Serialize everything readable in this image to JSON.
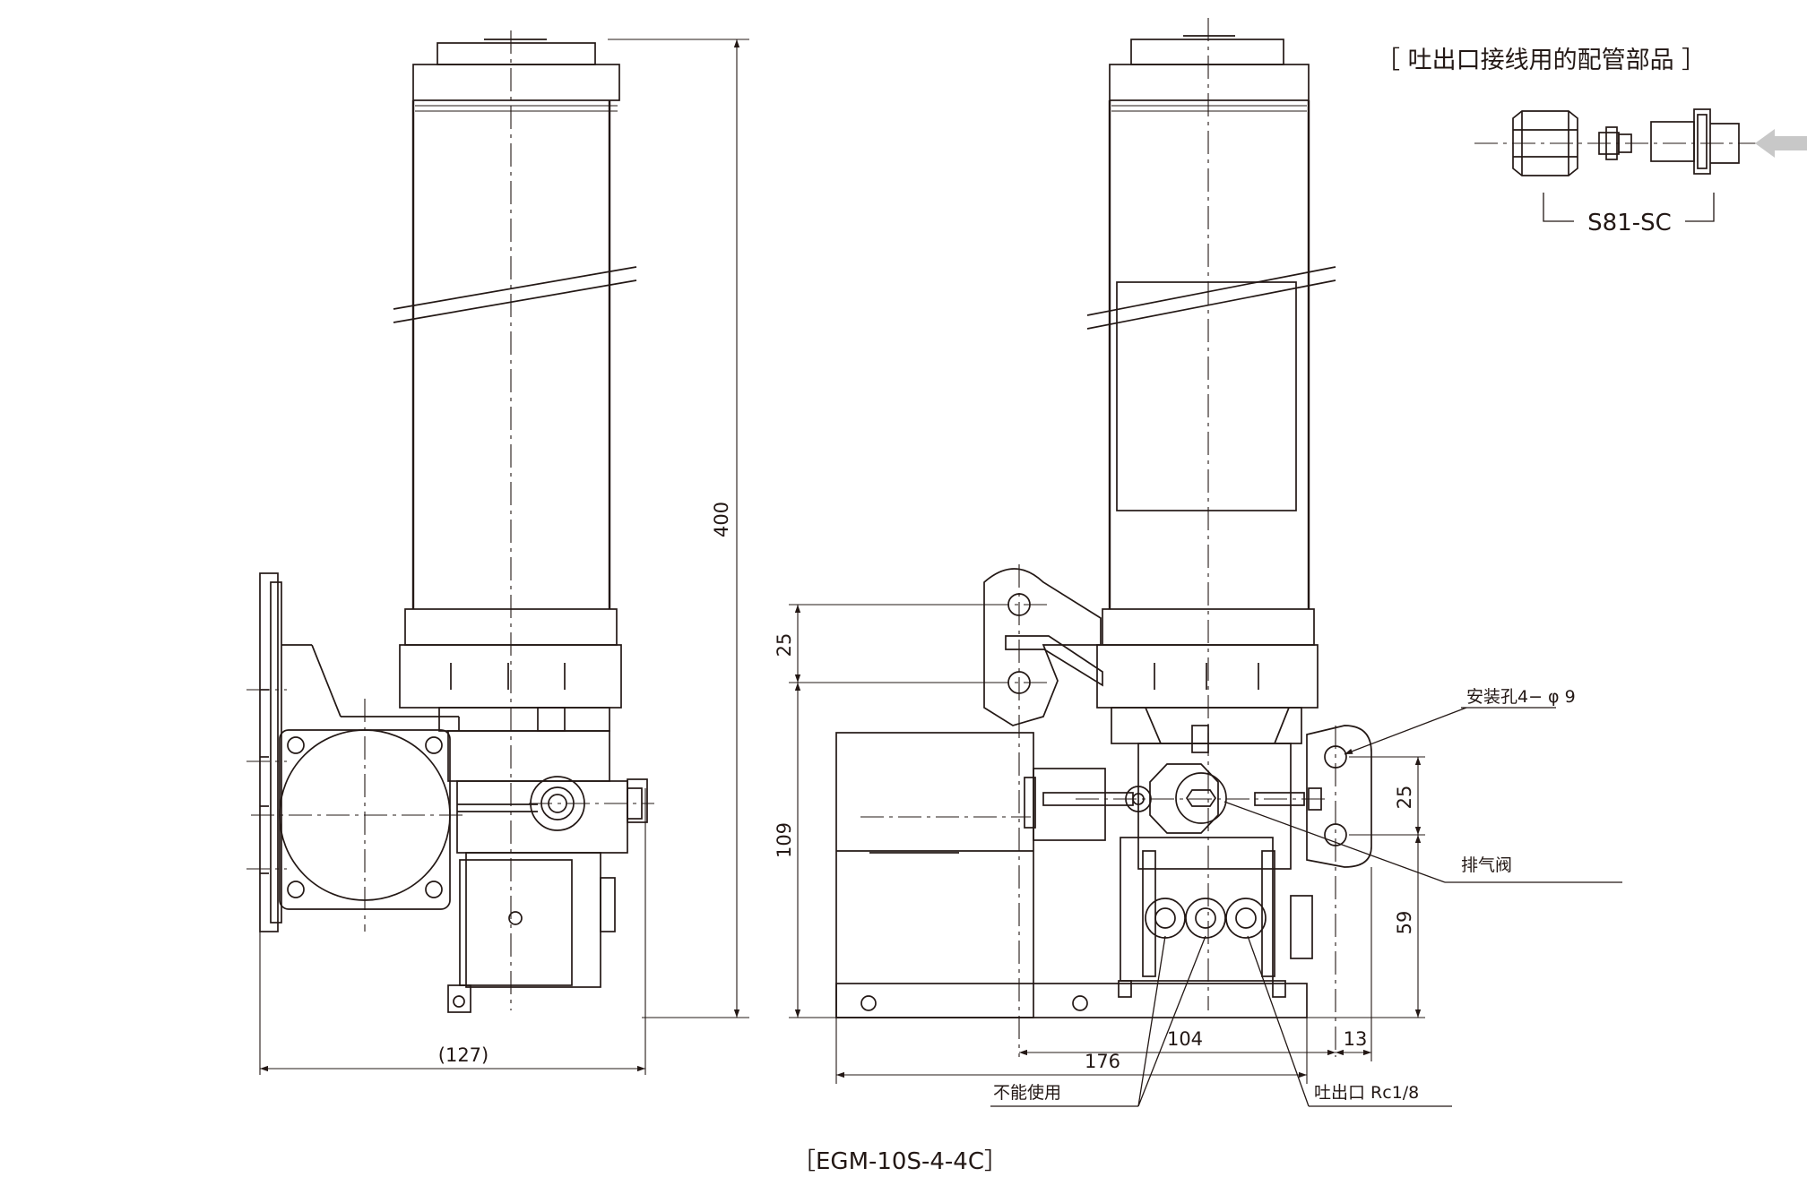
{
  "figure_caption": "［EGM-10S-4-4C］",
  "inset": {
    "title": "［ 吐出口接线用的配管部品 ］",
    "part_label": "S81-SC"
  },
  "dimensions": {
    "overall_height": "400",
    "side_width": "(127)",
    "bracket_hole_pitch": "25",
    "base_height": "109",
    "mount_hole_pitch": "25",
    "mount_hole_height": "59",
    "hole_span": "104",
    "base_width": "176",
    "hole_offset": "13"
  },
  "callouts": {
    "mounting_holes": "安装孔4− φ 9",
    "air_vent": "排气阀",
    "not_usable": "不能使用",
    "outlet": "吐出口 Rc1/8"
  },
  "colors": {
    "line": "#231815",
    "arrow": "#c8c8c8",
    "background": "#ffffff"
  }
}
